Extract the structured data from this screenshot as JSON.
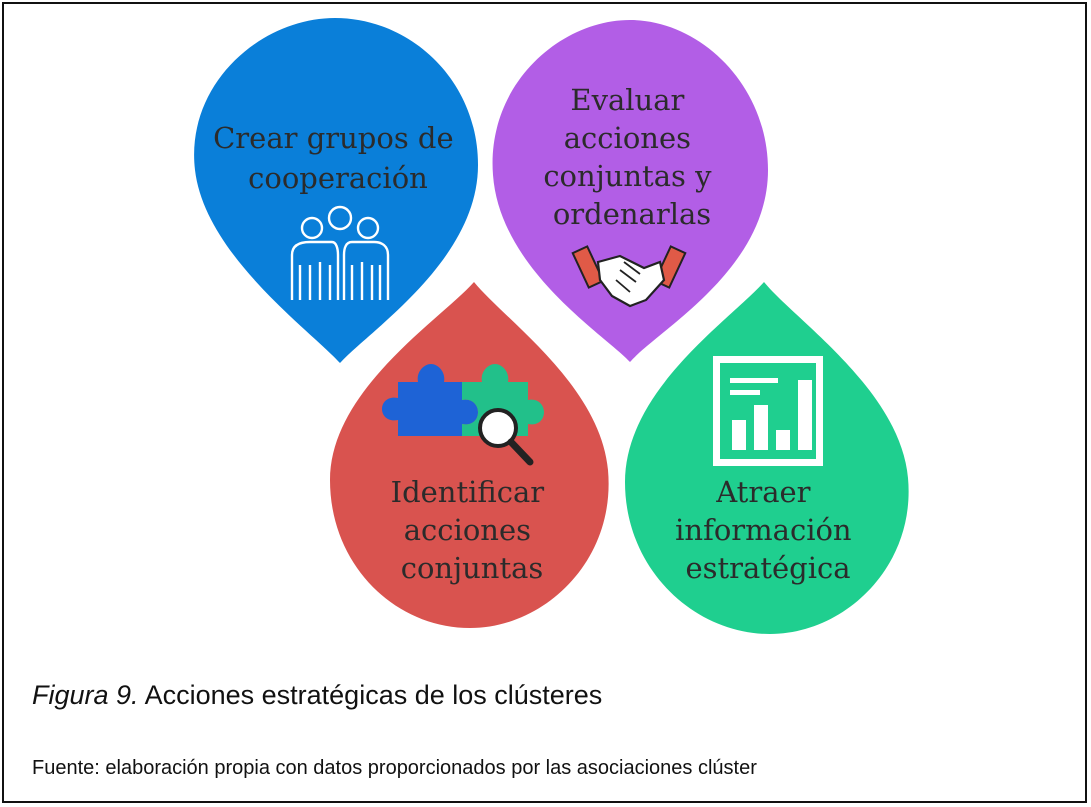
{
  "figure": {
    "label": "Figura 9.",
    "title": "Acciones estratégicas de los clústeres",
    "source": "Fuente: elaboración propia con datos proporcionados por las asociaciones clúster"
  },
  "drops": [
    {
      "id": "crear",
      "color": "#0a7fd9",
      "lines": [
        "Crear grupos de",
        "cooperación"
      ],
      "icon": "team-icon"
    },
    {
      "id": "evaluar",
      "color": "#b25ee6",
      "lines": [
        "Evaluar",
        "acciones",
        "conjuntas y",
        "ordenarlas"
      ],
      "icon": "handshake-icon"
    },
    {
      "id": "identificar",
      "color": "#d9534f",
      "lines": [
        "Identificar",
        "acciones",
        "conjuntas"
      ],
      "icon": "puzzle-search-icon"
    },
    {
      "id": "atraer",
      "color": "#1fcf8f",
      "lines": [
        "Atraer",
        "información",
        "estratégica"
      ],
      "icon": "bar-chart-icon"
    }
  ]
}
